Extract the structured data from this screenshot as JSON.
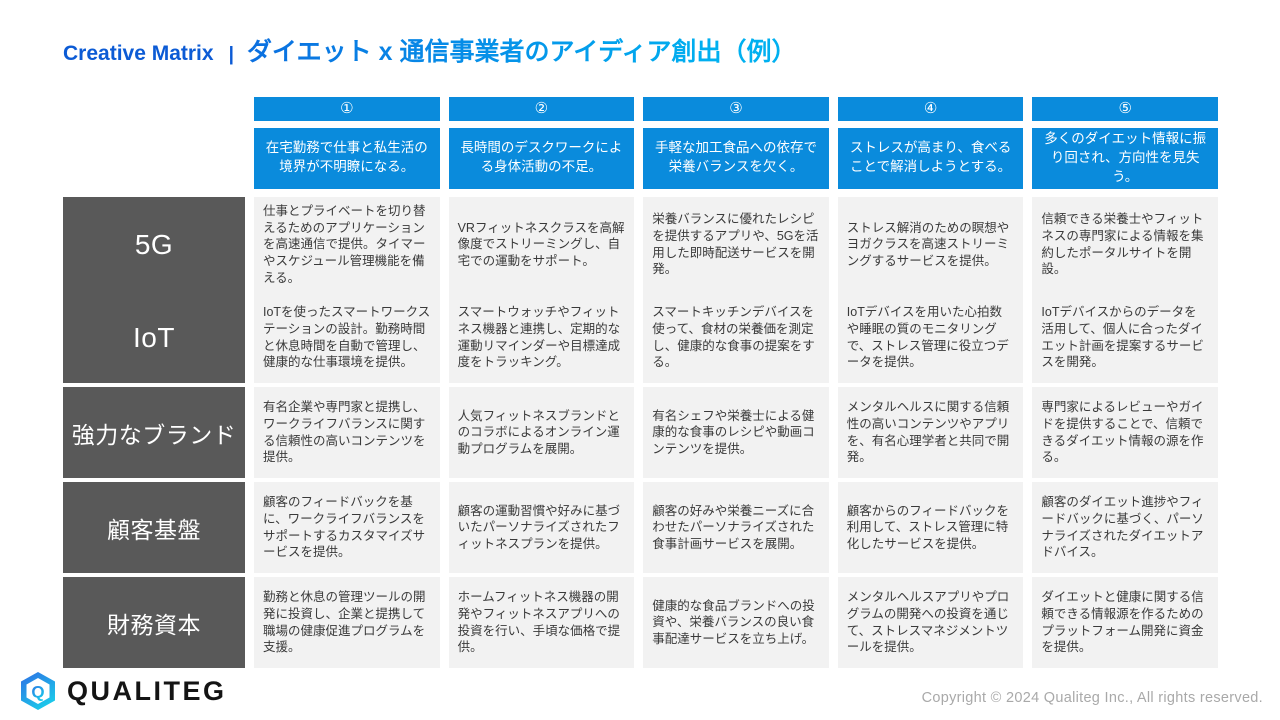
{
  "title": {
    "left": "Creative Matrix",
    "separator": "|",
    "right": "ダイエット x 通信事業者のアイディア創出（例）"
  },
  "matrix": {
    "columns": [
      {
        "number": "①",
        "header": "在宅勤務で仕事と私生活の境界が不明瞭になる。"
      },
      {
        "number": "②",
        "header": "長時間のデスクワークによる身体活動の不足。"
      },
      {
        "number": "③",
        "header": "手軽な加工食品への依存で栄養バランスを欠く。"
      },
      {
        "number": "④",
        "header": "ストレスが高まり、食べることで解消しようとする。"
      },
      {
        "number": "⑤",
        "header": "多くのダイエット情報に振り回され、方向性を見失う。"
      }
    ],
    "rows": [
      {
        "header": "5G",
        "cells": [
          "仕事とプライベートを切り替えるためのアプリケーションを高速通信で提供。タイマーやスケジュール管理機能を備える。",
          "VRフィットネスクラスを高解像度でストリーミングし、自宅での運動をサポート。",
          "栄養バランスに優れたレシピを提供するアプリや、5Gを活用した即時配送サービスを開発。",
          "ストレス解消のための瞑想やヨガクラスを高速ストリーミングするサービスを提供。",
          "信頼できる栄養士やフィットネスの専門家による情報を集約したポータルサイトを開設。"
        ]
      },
      {
        "header": "IoT",
        "cells": [
          "IoTを使ったスマートワークステーションの設計。勤務時間と休息時間を自動で管理し、健康的な仕事環境を提供。",
          "スマートウォッチやフィットネス機器と連携し、定期的な運動リマインダーや目標達成度をトラッキング。",
          "スマートキッチンデバイスを使って、食材の栄養価を測定し、健康的な食事の提案をする。",
          "IoTデバイスを用いた心拍数や睡眠の質のモニタリングで、ストレス管理に役立つデータを提供。",
          "IoTデバイスからのデータを活用して、個人に合ったダイエット計画を提案するサービスを開発。"
        ]
      },
      {
        "header": "強力なブランド",
        "cells": [
          "有名企業や専門家と提携し、ワークライフバランスに関する信頼性の高いコンテンツを提供。",
          "人気フィットネスブランドとのコラボによるオンライン運動プログラムを展開。",
          "有名シェフや栄養士による健康的な食事のレシピや動画コンテンツを提供。",
          "メンタルヘルスに関する信頼性の高いコンテンツやアプリを、有名心理学者と共同で開発。",
          "専門家によるレビューやガイドを提供することで、信頼できるダイエット情報の源を作る。"
        ]
      },
      {
        "header": "顧客基盤",
        "cells": [
          "顧客のフィードバックを基に、ワークライフバランスをサポートするカスタマイズサービスを提供。",
          "顧客の運動習慣や好みに基づいたパーソナライズされたフィットネスプランを提供。",
          "顧客の好みや栄養ニーズに合わせたパーソナライズされた食事計画サービスを展開。",
          "顧客からのフィードバックを利用して、ストレス管理に特化したサービスを提供。",
          "顧客のダイエット進捗やフィードバックに基づく、パーソナライズされたダイエットアドバイス。"
        ]
      },
      {
        "header": "財務資本",
        "cells": [
          "勤務と休息の管理ツールの開発に投資し、企業と提携して職場の健康促進プログラムを支援。",
          "ホームフィットネス機器の開発やフィットネスアプリへの投資を行い、手頃な価格で提供。",
          "健康的な食品ブランドへの投資や、栄養バランスの良い食事配達サービスを立ち上げ。",
          "メンタルヘルスアプリやプログラムの開発への投資を通じて、ストレスマネジメントツールを提供。",
          "ダイエットと健康に関する信頼できる情報源を作るためのプラットフォーム開発に資金を提供。"
        ]
      }
    ]
  },
  "footer": {
    "logo_text": "QUALITEG",
    "logo_mark": "Q",
    "copyright": "Copyright © 2024 Qualiteg Inc., All rights reserved."
  },
  "colors": {
    "header_blue": "#0a8bdc",
    "row_header_gray": "#595959",
    "cell_bg": "#f2f2f2",
    "title_blue": "#0c5bd5",
    "title_blue2": "#0b6fe0",
    "title_cyan": "#00b0f0",
    "logo_grad_start": "#2e6ee4",
    "logo_grad_end": "#1bc9ea"
  }
}
